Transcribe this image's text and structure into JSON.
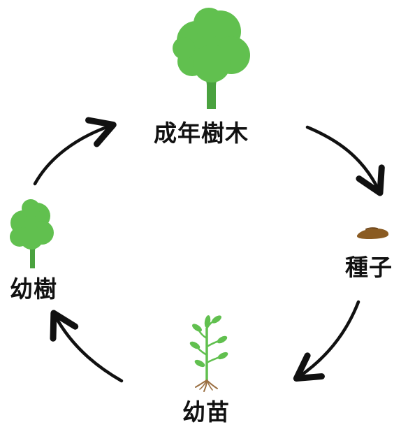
{
  "stages": {
    "adult_tree": "成年樹木",
    "seed": "種子",
    "seedling": "幼苗",
    "sapling": "幼樹"
  },
  "icons": {
    "adult_tree": "large-green-tree-icon",
    "seed": "brown-seed-icon",
    "seedling": "seedling-plant-icon",
    "sapling": "small-green-tree-icon"
  },
  "colors": {
    "foliage": "#61c04f",
    "trunk": "#4aa23f",
    "seed": "#8a5b22",
    "roots": "#9b7043",
    "arrow": "#111111",
    "text": "#111111"
  }
}
